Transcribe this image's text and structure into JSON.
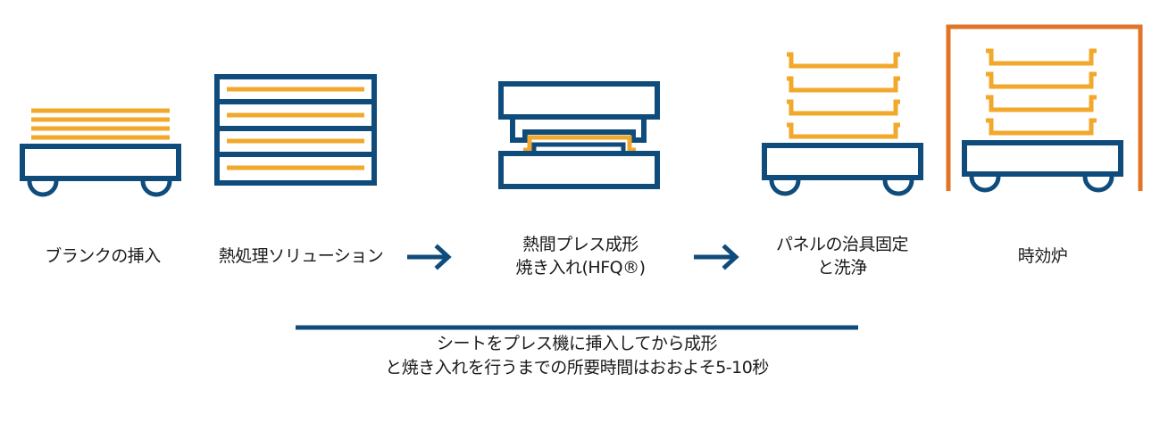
{
  "colors": {
    "navy": "#0f4c7c",
    "gold": "#f2a82b",
    "orange": "#e07528",
    "text": "#1a1a1a"
  },
  "steps": [
    {
      "id": "blank-insertion",
      "label_lines": [
        "ブランクの挿入"
      ],
      "icon": "cart-with-flat-blanks-icon"
    },
    {
      "id": "solution-heat-treatment",
      "label_lines": [
        "熱処理ソリューション"
      ],
      "icon": "stacked-furnace-trays-icon"
    },
    {
      "id": "hot-press-forming",
      "label_lines": [
        "熱間プレス成形",
        "焼き入れ(HFQ®)"
      ],
      "icon": "press-die-icon"
    },
    {
      "id": "jig-fixing-washing",
      "label_lines": [
        "パネルの治具固定",
        "と洗浄"
      ],
      "icon": "cart-with-formed-panels-icon"
    },
    {
      "id": "aging-furnace",
      "label_lines": [
        "時効炉"
      ],
      "icon": "furnace-with-cart-icon"
    }
  ],
  "arrows": [
    {
      "from": "solution-heat-treatment",
      "to": "hot-press-forming",
      "icon": "arrow-right-icon"
    },
    {
      "from": "hot-press-forming",
      "to": "jig-fixing-washing",
      "icon": "arrow-right-icon"
    }
  ],
  "timeline": {
    "caption_lines": [
      "シートをプレス機に挿入してから成形",
      "と焼き入れを行うまでの所要時間はおおよそ5-10秒"
    ]
  }
}
